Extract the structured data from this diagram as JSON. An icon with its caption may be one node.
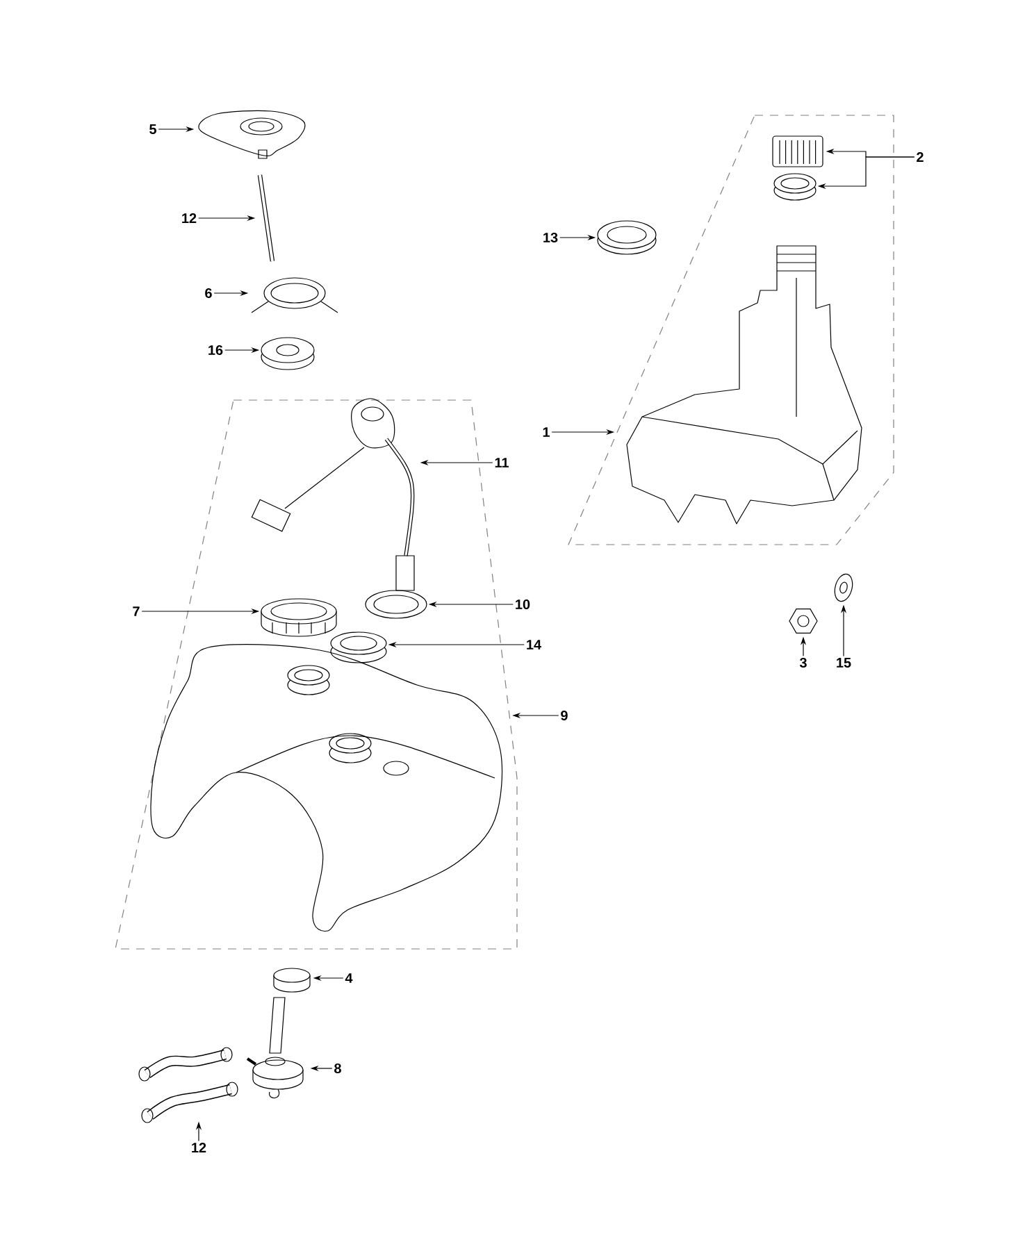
{
  "diagram": {
    "nodes": [
      {
        "text": [
          "5"
        ]
      },
      {
        "text": [],
        "shape": "picture"
      },
      {
        "text": [
          "12"
        ]
      },
      {
        "text": [],
        "shape": "picture"
      },
      {
        "text": [
          "6"
        ]
      },
      {
        "text": [],
        "shape": "picture"
      },
      {
        "text": [
          "16"
        ]
      },
      {
        "text": [],
        "shape": "picture"
      },
      {
        "text": [
          "2"
        ]
      },
      {
        "text": [],
        "shape": "box"
      },
      {
        "text": [],
        "shape": "picture",
        "in": 9
      },
      {
        "text": [],
        "shape": "circle",
        "in": 9
      },
      {
        "text": [
          "13"
        ]
      },
      {
        "text": [],
        "shape": "picture"
      },
      {
        "text": [
          "1"
        ]
      },
      {
        "text": [],
        "shape": "picture",
        "in": 9
      },
      {
        "text": [],
        "shape": "box"
      },
      {
        "text": [],
        "shape": "picture",
        "in": 16
      },
      {
        "text": [
          "11"
        ]
      },
      {
        "text": [
          "7"
        ]
      },
      {
        "text": [],
        "shape": "picture",
        "in": 16
      },
      {
        "text": [],
        "shape": "picture",
        "in": 16
      },
      {
        "text": [
          "10"
        ]
      },
      {
        "text": [],
        "shape": "circle",
        "in": 16
      },
      {
        "text": [
          "14"
        ]
      },
      {
        "text": [
          "9"
        ]
      },
      {
        "text": [],
        "shape": "picture",
        "in": 16
      },
      {
        "text": [],
        "shape": "picture"
      },
      {
        "text": [],
        "shape": "picture"
      },
      {
        "text": [
          "3"
        ]
      },
      {
        "text": [
          "15"
        ]
      },
      {
        "text": [],
        "shape": "circle"
      },
      {
        "text": [
          "4"
        ]
      },
      {
        "text": [],
        "shape": "picture"
      },
      {
        "text": [
          "8"
        ]
      },
      {
        "text": [],
        "shape": "picture"
      },
      {
        "text": [],
        "shape": "picture"
      },
      {
        "text": [
          "12"
        ]
      }
    ],
    "edges": [
      {
        "from": 0,
        "to": 1,
        "arrow": "to"
      },
      {
        "from": 2,
        "to": 3,
        "arrow": "to"
      },
      {
        "from": 4,
        "to": 5,
        "arrow": "to"
      },
      {
        "from": 6,
        "to": 7,
        "arrow": "to"
      },
      {
        "from": 8,
        "to": 10,
        "arrow": "to"
      },
      {
        "from": 8,
        "to": 11,
        "arrow": "to"
      },
      {
        "from": 12,
        "to": 13,
        "arrow": "to"
      },
      {
        "from": 14,
        "to": 9,
        "arrow": "to"
      },
      {
        "from": 18,
        "to": 17,
        "arrow": "to"
      },
      {
        "from": 19,
        "to": 20,
        "arrow": "to"
      },
      {
        "from": 22,
        "to": 21,
        "arrow": "to"
      },
      {
        "from": 24,
        "to": 23,
        "arrow": "to"
      },
      {
        "from": 25,
        "to": 16,
        "arrow": "to"
      },
      {
        "from": 29,
        "to": 27,
        "arrow": "to"
      },
      {
        "from": 30,
        "to": 28,
        "arrow": "to"
      },
      {
        "from": 32,
        "to": 31,
        "arrow": "to"
      },
      {
        "from": 34,
        "to": 33,
        "arrow": "to"
      },
      {
        "from": 37,
        "to": 36,
        "arrow": "to"
      }
    ]
  }
}
